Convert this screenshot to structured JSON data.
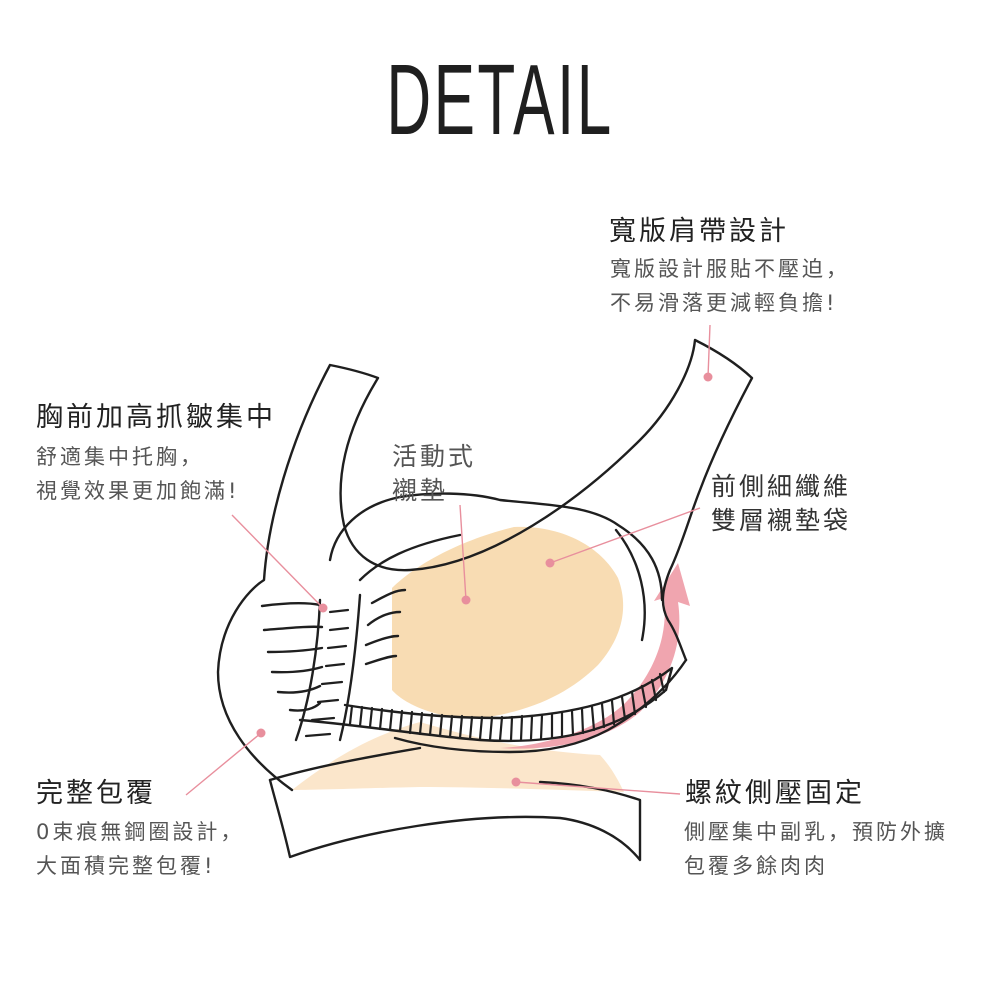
{
  "title": "DETAIL",
  "colors": {
    "ink": "#1f1f1f",
    "pad": "#f8dcb3",
    "pad_light": "#fbe6cb",
    "accent": "#e88f9d",
    "arrow": "#ee9ba6"
  },
  "annotations": {
    "strap": {
      "heading": "寬版肩帶設計",
      "lines": [
        "寬版設計服貼不壓迫，",
        "不易滑落更減輕負擔!"
      ]
    },
    "gather": {
      "heading": "胸前加高抓皺集中",
      "lines": [
        "舒適集中托胸，",
        "視覺效果更加飽滿!"
      ]
    },
    "pad": {
      "lines": [
        "活動式",
        "襯墊"
      ]
    },
    "pocket": {
      "lines": [
        "前側細纖維",
        "雙層襯墊袋"
      ]
    },
    "coverage": {
      "heading": "完整包覆",
      "lines": [
        "0束痕無鋼圈設計，",
        "大面積完整包覆!"
      ]
    },
    "side": {
      "heading": "螺紋側壓固定",
      "lines": [
        "側壓集中副乳，預防外擴",
        "包覆多餘肉肉"
      ]
    }
  }
}
